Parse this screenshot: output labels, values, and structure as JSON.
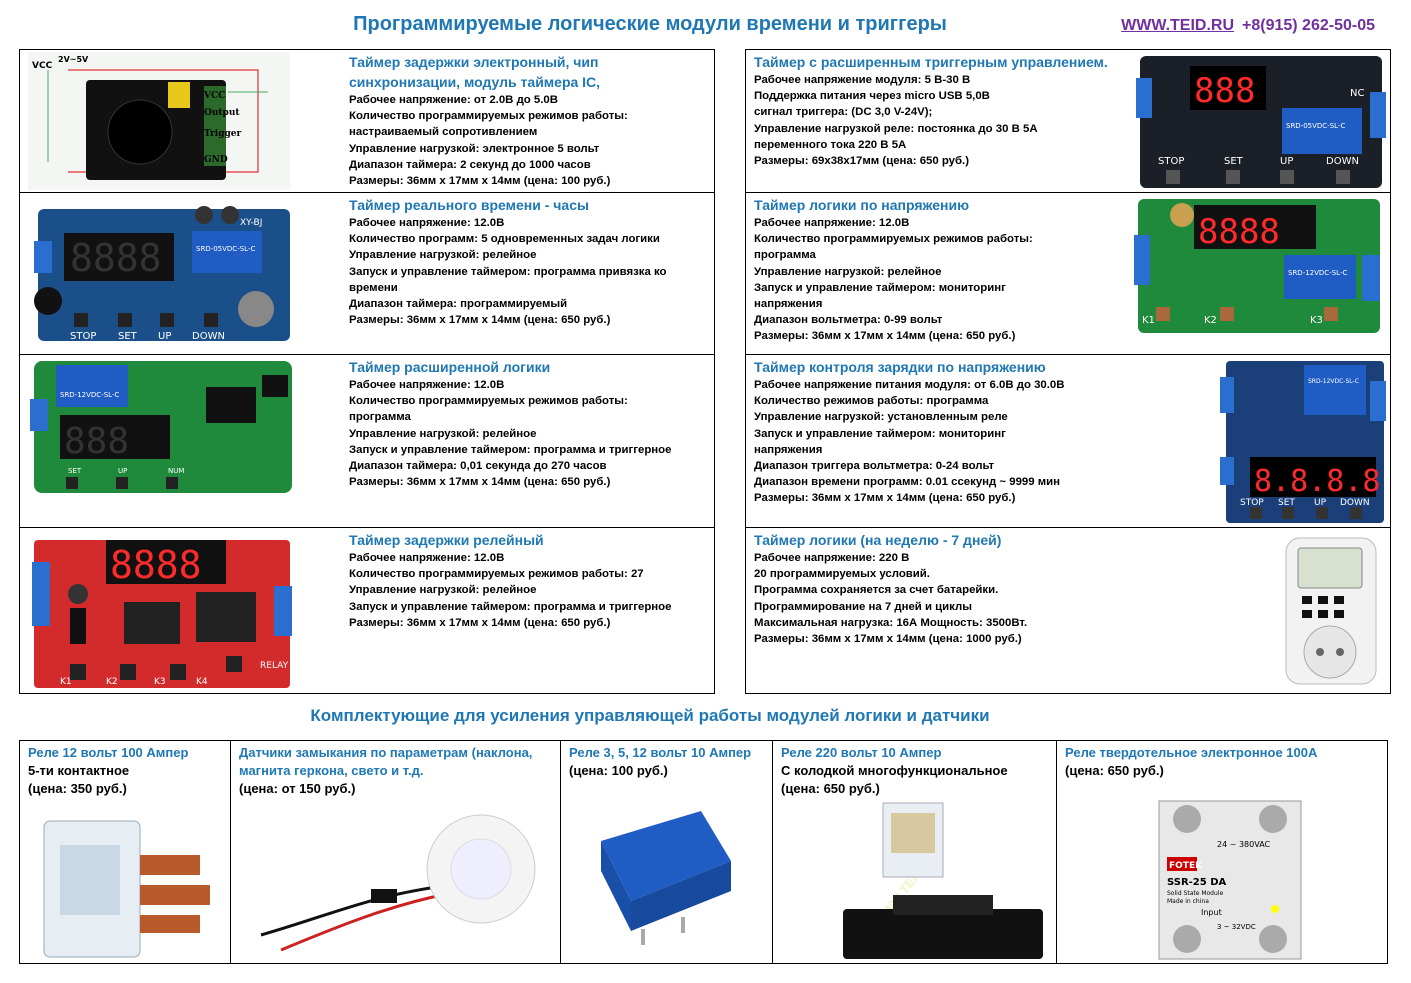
{
  "header": {
    "title": "Программируемые логические модули времени и триггеры",
    "site": "WWW.TEID.RU",
    "phone": "+8(915) 262-50-05"
  },
  "products": [
    {
      "title": "Таймер задержки электронный, чип синхронизации, модуль таймера IC,",
      "lines": [
        "Рабочее напряжение: от 2.0В до 5.0В",
        "Количество программируемых режимов работы:",
        "настраиваемый сопротивлением",
        "Управление нагрузкой: электронное 5 вольт",
        "Диапазон таймера: 2 секунд до 1000 часов",
        "Размеры: 36мм х 17мм х 14мм (цена: 100 руб.)"
      ],
      "img": {
        "vcc": "VCC",
        "volt": "2V~5V",
        "l1": "VCC",
        "l2": "Output",
        "l3": "Trigger",
        "l4": "GND"
      }
    },
    {
      "title": "Таймер с расширенным триггерным управлением.",
      "lines": [
        "Рабочее напряжение модуля: 5 В-30 В",
        "Поддержка питания через micro USB 5,0В",
        "сигнал триггера: (DC 3,0 V-24V);",
        "Управление нагрузкой реле: постоянка до 30 В 5А",
        "переменного тока 220 В 5А",
        "Размеры: 69x38x17мм (цена: 650 руб.)"
      ],
      "img": {
        "b1": "STOP",
        "b2": "SET",
        "b3": "UP",
        "b4": "DOWN",
        "nc": "NC",
        "relay": "SRD-05VDC-SL-C"
      }
    },
    {
      "title": "Таймер реального времени - часы",
      "lines": [
        "Рабочее напряжение: 12.0В",
        "Количество программ: 5 одновременных задач логики",
        "Управление нагрузкой: релейное",
        "Запуск и управление таймером: программа привязка ко",
        "времени",
        "Диапазон таймера: программируемый",
        "Размеры: 36мм х 17мм х 14мм (цена: 650 руб.)"
      ],
      "img": {
        "b1": "STOP",
        "b2": "SET",
        "b3": "UP",
        "b4": "DOWN",
        "model": "XY-BJ",
        "relay": "SRD-05VDC-SL-C"
      }
    },
    {
      "title": "Таймер логики по напряжению",
      "lines": [
        "Рабочее напряжение: 12.0В",
        "Количество программируемых режимов работы:",
        "программа",
        "Управление нагрузкой: релейное",
        "Запуск и управление таймером: мониторинг",
        "напряжения",
        "Диапазон вольтметра: 0-99 вольт",
        "Размеры: 36мм х 17мм х 14мм (цена: 650 руб.)"
      ],
      "img": {
        "b1": "K1",
        "b2": "K2",
        "b3": "K3",
        "relay": "SRD-12VDC-SL-C"
      }
    },
    {
      "title": "Таймер расширенной логики",
      "lines": [
        "Рабочее напряжение: 12.0В",
        "Количество программируемых режимов работы:",
        "программа",
        "Управление нагрузкой: релейное",
        "Запуск и управление таймером: программа и триггерное",
        "Диапазон таймера: 0,01 секунда до 270 часов",
        "Размеры: 36мм х 17мм х 14мм (цена: 650 руб.)"
      ],
      "img": {
        "b1": "SET",
        "b2": "UP",
        "b3": "NUM",
        "relay": "SRD-12VDC-SL-C"
      }
    },
    {
      "title": "Таймер контроля зарядки по напряжению",
      "lines": [
        "Рабочее напряжение питания модуля: от 6.0В до 30.0В",
        "Количество режимов работы: программа",
        "Управление нагрузкой: установленным реле",
        "Запуск и управление таймером: мониторинг",
        "напряжения",
        "Диапазон триггера вольтметра: 0-24 вольт",
        "Диапазон времени программ: 0.01 ссекунд ~ 9999 мин",
        "Размеры: 36мм х 17мм х 14мм (цена: 650 руб.)"
      ],
      "img": {
        "b1": "STOP",
        "b2": "SET",
        "b3": "UP",
        "b4": "DOWN",
        "relay": "SRD-12VDC-SL-C"
      }
    },
    {
      "title": "Таймер задержки релейный",
      "lines": [
        "Рабочее напряжение: 12.0В",
        "Количество программируемых режимов работы: 27",
        "Управление нагрузкой: релейное",
        "Запуск и управление таймером: программа и триггерное",
        "Размеры: 36мм х 17мм х 14мм (цена: 650 руб.)"
      ],
      "img": {
        "b1": "K1",
        "b2": "K2",
        "b3": "K3",
        "b4": "K4",
        "relay": "RELAY"
      }
    },
    {
      "title": "Таймер логики (на неделю - 7 дней)",
      "lines": [
        "Рабочее напряжение: 220 В",
        "20 программируемых условий.",
        "Программа сохраняется за счет батарейки.",
        "Программирование на 7 дней и циклы",
        "Максимальная нагрузка: 16А Мощность: 3500Вт.",
        "Размеры: 36мм х 17мм х 14мм (цена: 1000 руб.)"
      ],
      "img": {}
    }
  ],
  "subheader": "Комплектующие для усиления управляющей работы модулей логики и датчики",
  "components": [
    {
      "title": "Реле 12 вольт 100 Ампер",
      "lines": [
        "5-ти контактное",
        "(цена: 350 руб.)"
      ]
    },
    {
      "title": "Датчики замыкания по параметрам (наклона, магнита геркона, свето и т.д.",
      "lines": [
        "(цена: от 150 руб.)"
      ]
    },
    {
      "title": "Реле 3, 5, 12 вольт 10 Ампер",
      "lines": [
        "(цена: 100 руб.)"
      ]
    },
    {
      "title": "Реле 220 вольт 10 Ампер",
      "lines": [
        "С колодкой многофункциональное",
        "(цена: 650 руб.)"
      ]
    },
    {
      "title": "Реле твердотельное электронное 100А",
      "lines": [
        "(цена: 650 руб.)"
      ],
      "img": {
        "brand": "FOTEK",
        "model": "SSR-25 DA",
        "desc": "Solid State Module",
        "made": "Made in china",
        "vac": "24 ~ 380VAC",
        "vdc": "3 ~ 32VDC",
        "input": "Input"
      }
    }
  ],
  "colors": {
    "accent": "#1f78b4",
    "contact": "#7030a0",
    "pcb_blue": "#1b4f8a",
    "pcb_green": "#1f8a3c",
    "pcb_red": "#d32b2b",
    "lcd_red": "#ff2a2a"
  }
}
